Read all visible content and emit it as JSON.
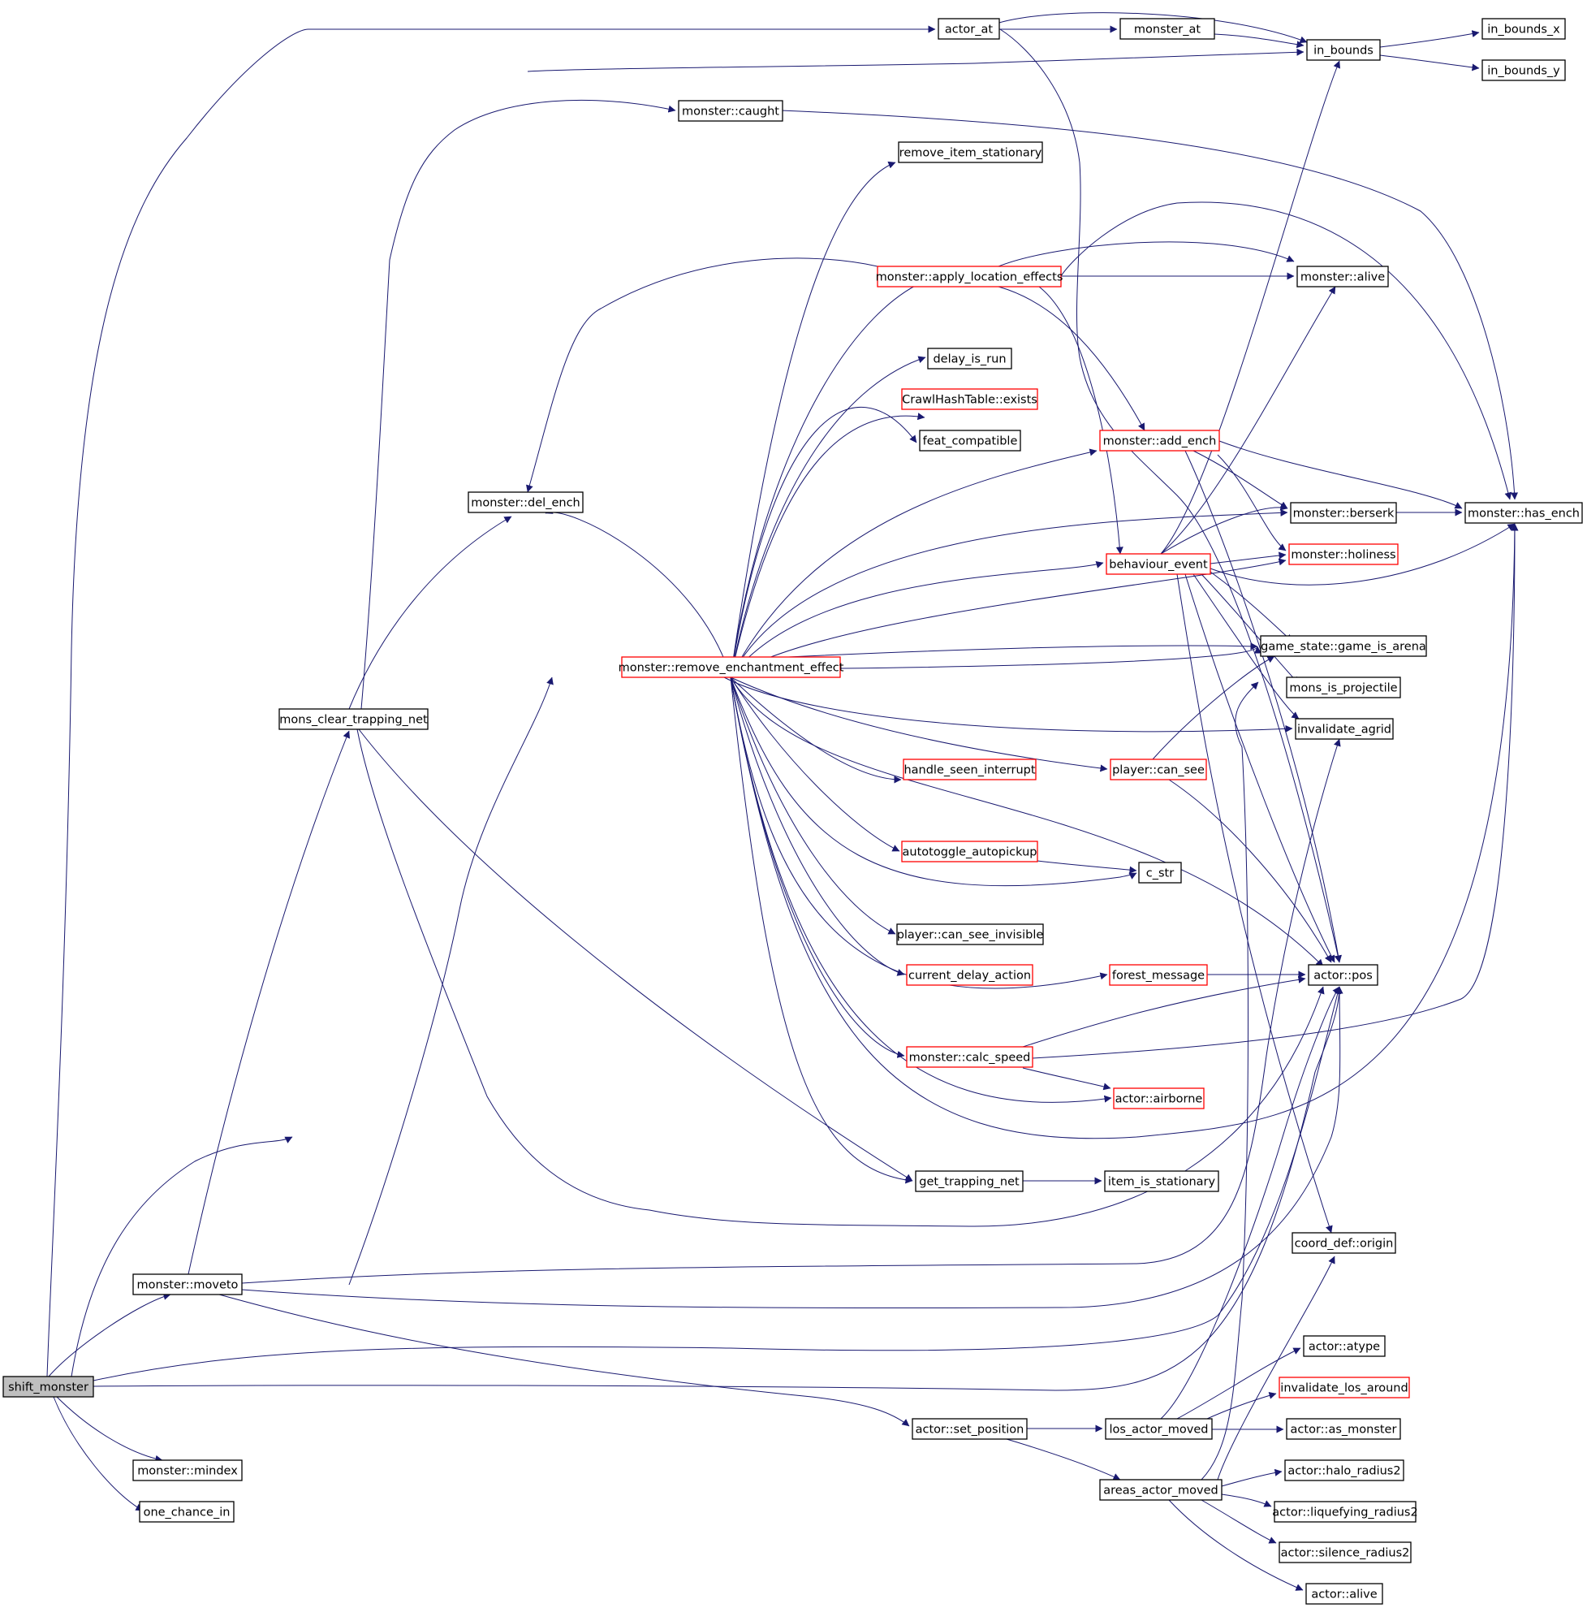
{
  "graph": {
    "nodes": [
      {
        "id": "shift_monster",
        "label": "shift_monster",
        "kind": "root"
      },
      {
        "id": "actor_at",
        "label": "actor_at",
        "kind": "normal"
      },
      {
        "id": "monster_at",
        "label": "monster_at",
        "kind": "normal"
      },
      {
        "id": "in_bounds",
        "label": "in_bounds",
        "kind": "normal"
      },
      {
        "id": "in_bounds_x",
        "label": "in_bounds_x",
        "kind": "normal"
      },
      {
        "id": "in_bounds_y",
        "label": "in_bounds_y",
        "kind": "normal"
      },
      {
        "id": "caught",
        "label": "monster::caught",
        "kind": "normal"
      },
      {
        "id": "remove_item_stationary",
        "label": "remove_item_stationary",
        "kind": "normal"
      },
      {
        "id": "apply_location_effects",
        "label": "monster::apply_location_effects",
        "kind": "truncated"
      },
      {
        "id": "alive",
        "label": "monster::alive",
        "kind": "normal"
      },
      {
        "id": "delay_is_run",
        "label": "delay_is_run",
        "kind": "normal"
      },
      {
        "id": "crawlhash_exists",
        "label": "CrawlHashTable::exists",
        "kind": "truncated"
      },
      {
        "id": "feat_compatible",
        "label": "feat_compatible",
        "kind": "normal"
      },
      {
        "id": "add_ench",
        "label": "monster::add_ench",
        "kind": "truncated"
      },
      {
        "id": "del_ench",
        "label": "monster::del_ench",
        "kind": "normal"
      },
      {
        "id": "berserk",
        "label": "monster::berserk",
        "kind": "normal"
      },
      {
        "id": "has_ench",
        "label": "monster::has_ench",
        "kind": "normal"
      },
      {
        "id": "behaviour_event",
        "label": "behaviour_event",
        "kind": "truncated"
      },
      {
        "id": "holiness",
        "label": "monster::holiness",
        "kind": "truncated"
      },
      {
        "id": "remove_enchantment_effect",
        "label": "monster::remove_enchantment_effect",
        "kind": "truncated"
      },
      {
        "id": "game_is_arena",
        "label": "game_state::game_is_arena",
        "kind": "normal"
      },
      {
        "id": "mons_is_projectile",
        "label": "mons_is_projectile",
        "kind": "normal"
      },
      {
        "id": "mons_clear_trapping_net",
        "label": "mons_clear_trapping_net",
        "kind": "normal"
      },
      {
        "id": "invalidate_agrid",
        "label": "invalidate_agrid",
        "kind": "normal"
      },
      {
        "id": "handle_seen_interrupt",
        "label": "handle_seen_interrupt",
        "kind": "truncated"
      },
      {
        "id": "player_can_see",
        "label": "player::can_see",
        "kind": "truncated"
      },
      {
        "id": "autotoggle_autopickup",
        "label": "autotoggle_autopickup",
        "kind": "truncated"
      },
      {
        "id": "c_str",
        "label": "c_str",
        "kind": "normal"
      },
      {
        "id": "can_see_invisible",
        "label": "player::can_see_invisible",
        "kind": "normal"
      },
      {
        "id": "current_delay_action",
        "label": "current_delay_action",
        "kind": "truncated"
      },
      {
        "id": "forest_message",
        "label": "forest_message",
        "kind": "truncated"
      },
      {
        "id": "actor_pos",
        "label": "actor::pos",
        "kind": "normal"
      },
      {
        "id": "calc_speed",
        "label": "monster::calc_speed",
        "kind": "truncated"
      },
      {
        "id": "airborne",
        "label": "actor::airborne",
        "kind": "truncated"
      },
      {
        "id": "get_trapping_net",
        "label": "get_trapping_net",
        "kind": "normal"
      },
      {
        "id": "item_is_stationary",
        "label": "item_is_stationary",
        "kind": "normal"
      },
      {
        "id": "origin",
        "label": "coord_def::origin",
        "kind": "normal"
      },
      {
        "id": "moveto",
        "label": "monster::moveto",
        "kind": "normal"
      },
      {
        "id": "atype",
        "label": "actor::atype",
        "kind": "normal"
      },
      {
        "id": "invalidate_los_around",
        "label": "invalidate_los_around",
        "kind": "truncated"
      },
      {
        "id": "set_position",
        "label": "actor::set_position",
        "kind": "normal"
      },
      {
        "id": "los_actor_moved",
        "label": "los_actor_moved",
        "kind": "normal"
      },
      {
        "id": "as_monster",
        "label": "actor::as_monster",
        "kind": "normal"
      },
      {
        "id": "mindex",
        "label": "monster::mindex",
        "kind": "normal"
      },
      {
        "id": "areas_actor_moved",
        "label": "areas_actor_moved",
        "kind": "normal"
      },
      {
        "id": "halo_radius2",
        "label": "actor::halo_radius2",
        "kind": "normal"
      },
      {
        "id": "one_chance_in",
        "label": "one_chance_in",
        "kind": "normal"
      },
      {
        "id": "liquefying_radius2",
        "label": "actor::liquefying_radius2",
        "kind": "normal"
      },
      {
        "id": "silence_radius2",
        "label": "actor::silence_radius2",
        "kind": "normal"
      },
      {
        "id": "actor_alive",
        "label": "actor::alive",
        "kind": "normal"
      }
    ]
  },
  "colors": {
    "edge": "#191970",
    "node_border": "#000000",
    "truncated_border": "#ff0000",
    "root_fill": "#bfbfbf",
    "node_fill": "#ffffff"
  }
}
